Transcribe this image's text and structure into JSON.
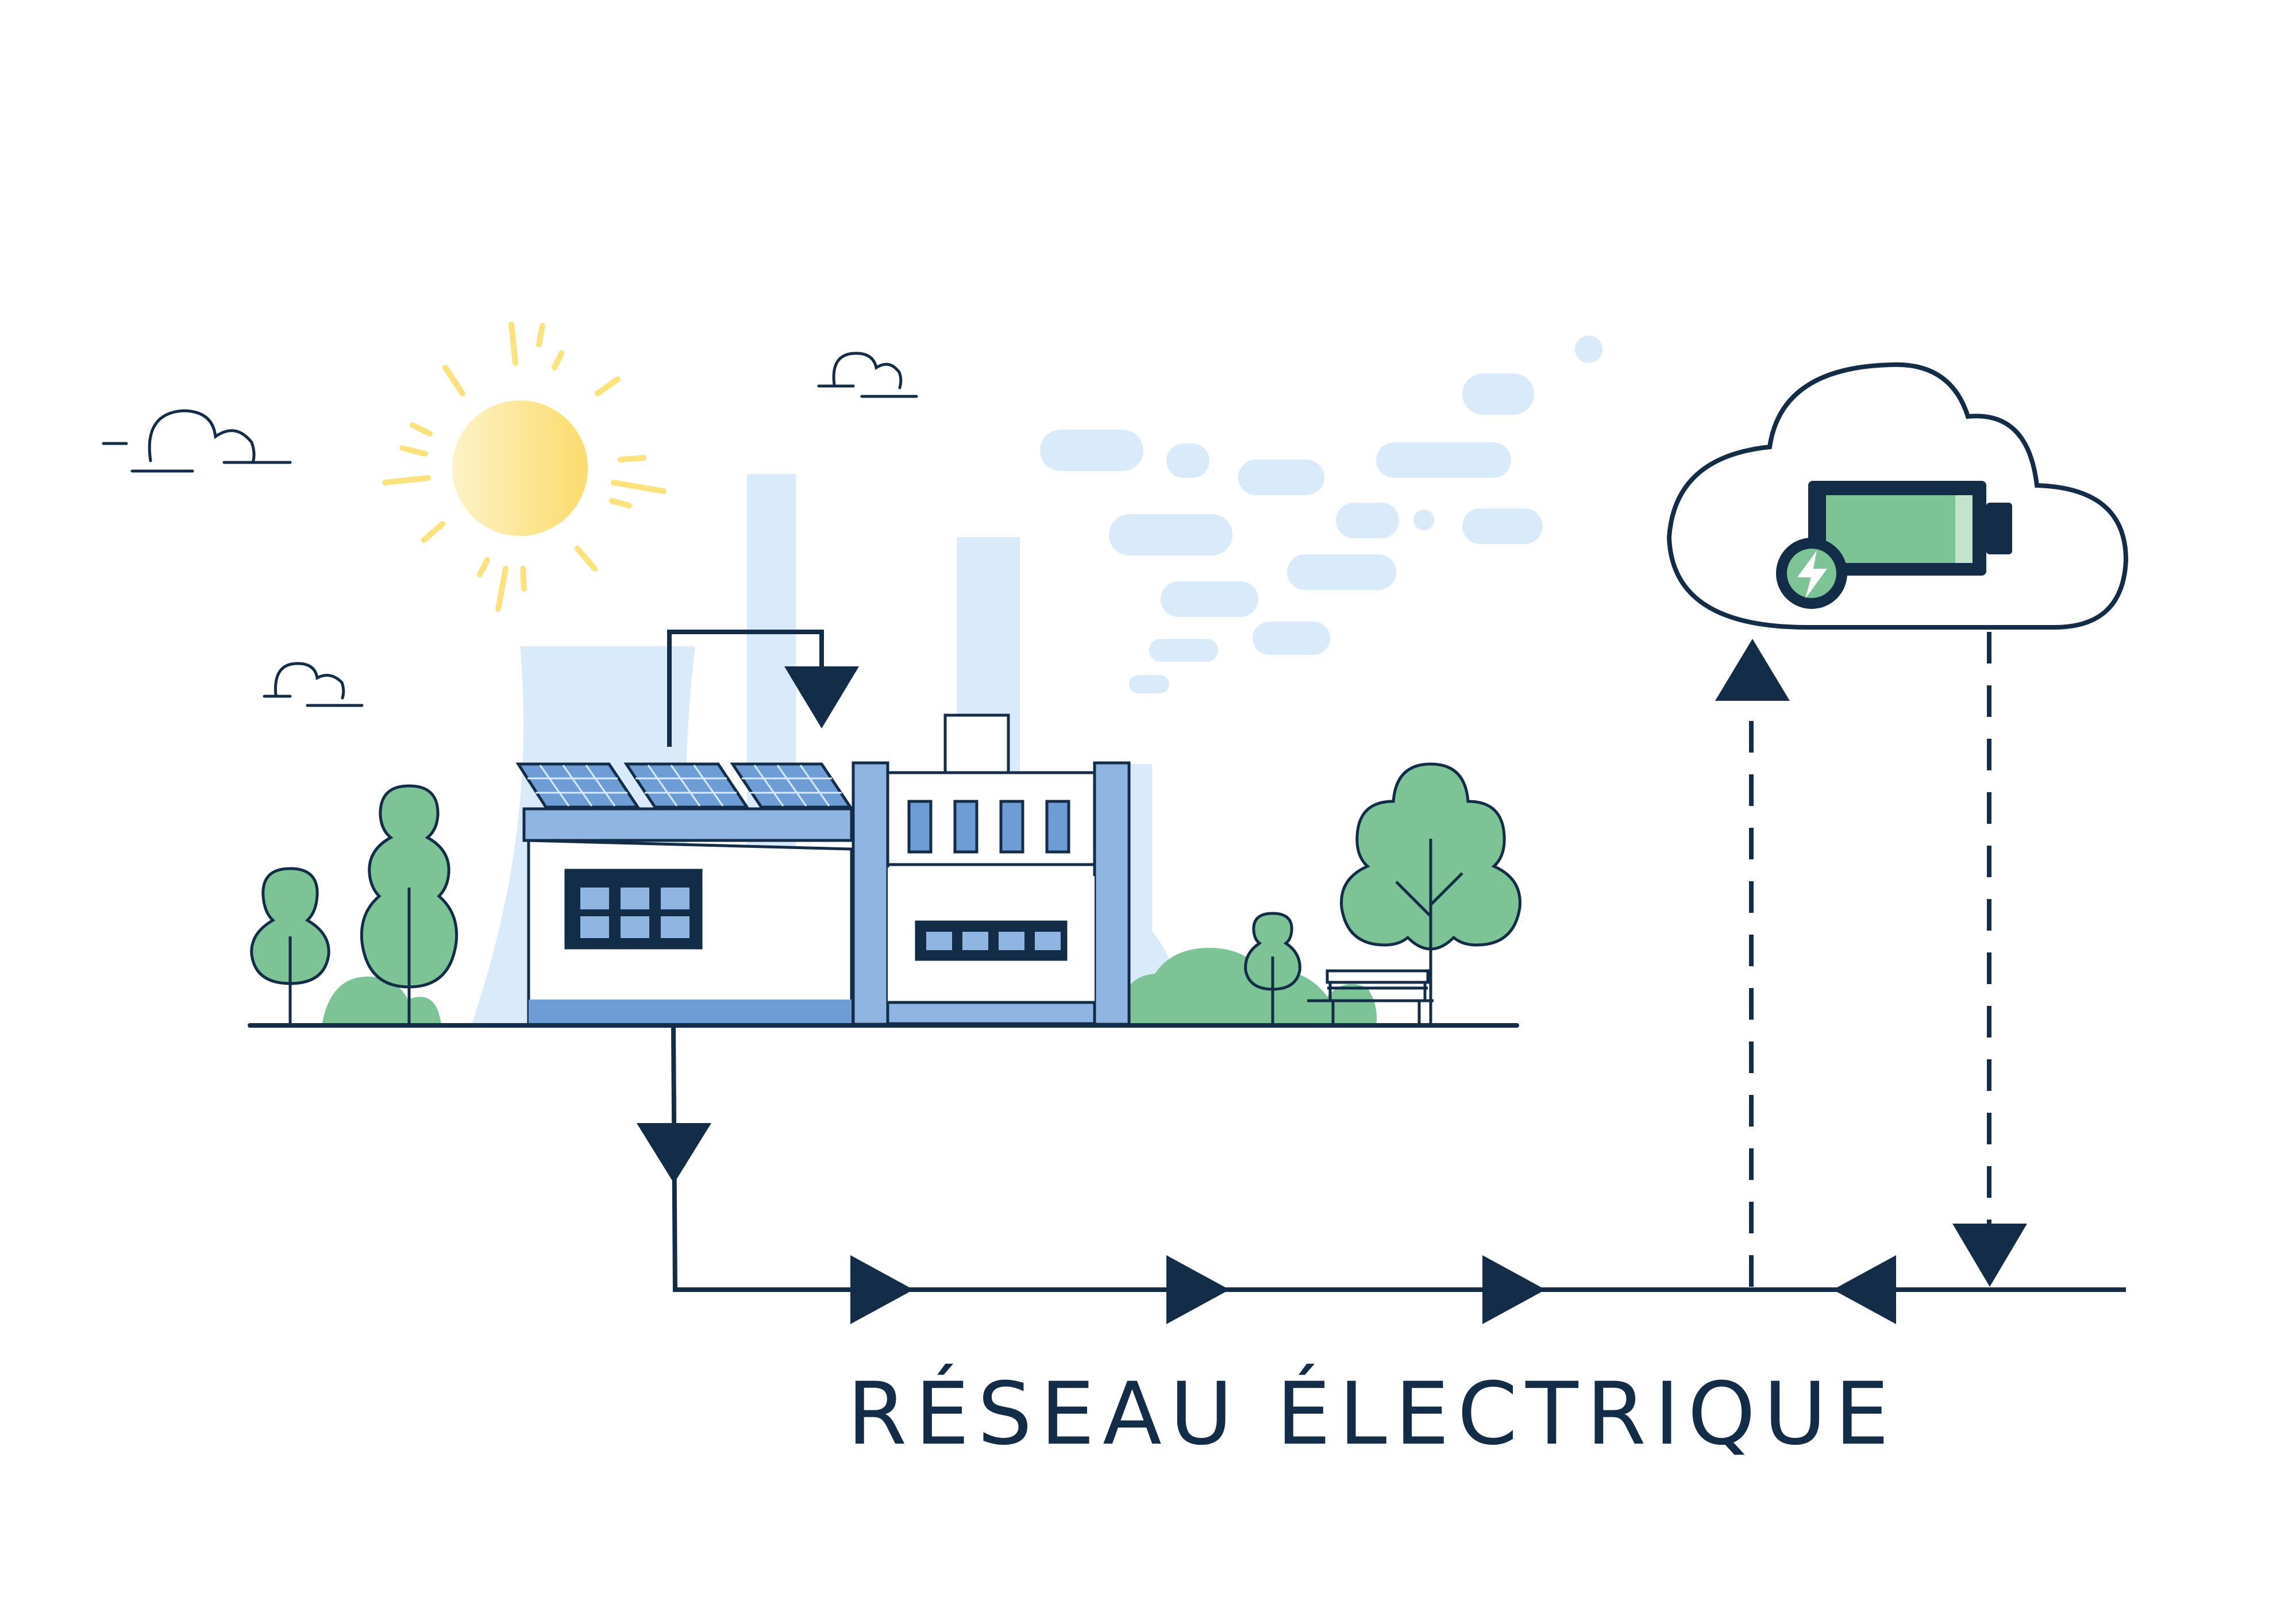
{
  "diagram": {
    "caption": "RÉSEAU ÉLECTRIQUE",
    "nodes": [
      {
        "name": "sun",
        "icon": "sun-icon"
      },
      {
        "name": "solar-factory",
        "icon": "factory-solar-panels-icon"
      },
      {
        "name": "power-plant-background",
        "icon": "cooling-tower-icon"
      },
      {
        "name": "cloud-battery-storage",
        "icon": "cloud-battery-icon"
      },
      {
        "name": "grid-line",
        "icon": "power-line-icon"
      }
    ],
    "flows": [
      {
        "from": "solar-panels",
        "to": "factory",
        "style": "solid"
      },
      {
        "from": "factory",
        "to": "grid-line",
        "style": "solid"
      },
      {
        "from": "grid-line",
        "to": "cloud-battery-storage",
        "style": "dashed"
      },
      {
        "from": "cloud-battery-storage",
        "to": "grid-line",
        "style": "dashed"
      }
    ]
  },
  "colors": {
    "navy": "#132d48",
    "blue": "#8fb5e3",
    "blue_dark": "#6e9dd6",
    "light_blue": "#d9ebfa",
    "green": "#7cc395",
    "sun": "#fbe27d",
    "sun_light": "#fdf0b8"
  }
}
